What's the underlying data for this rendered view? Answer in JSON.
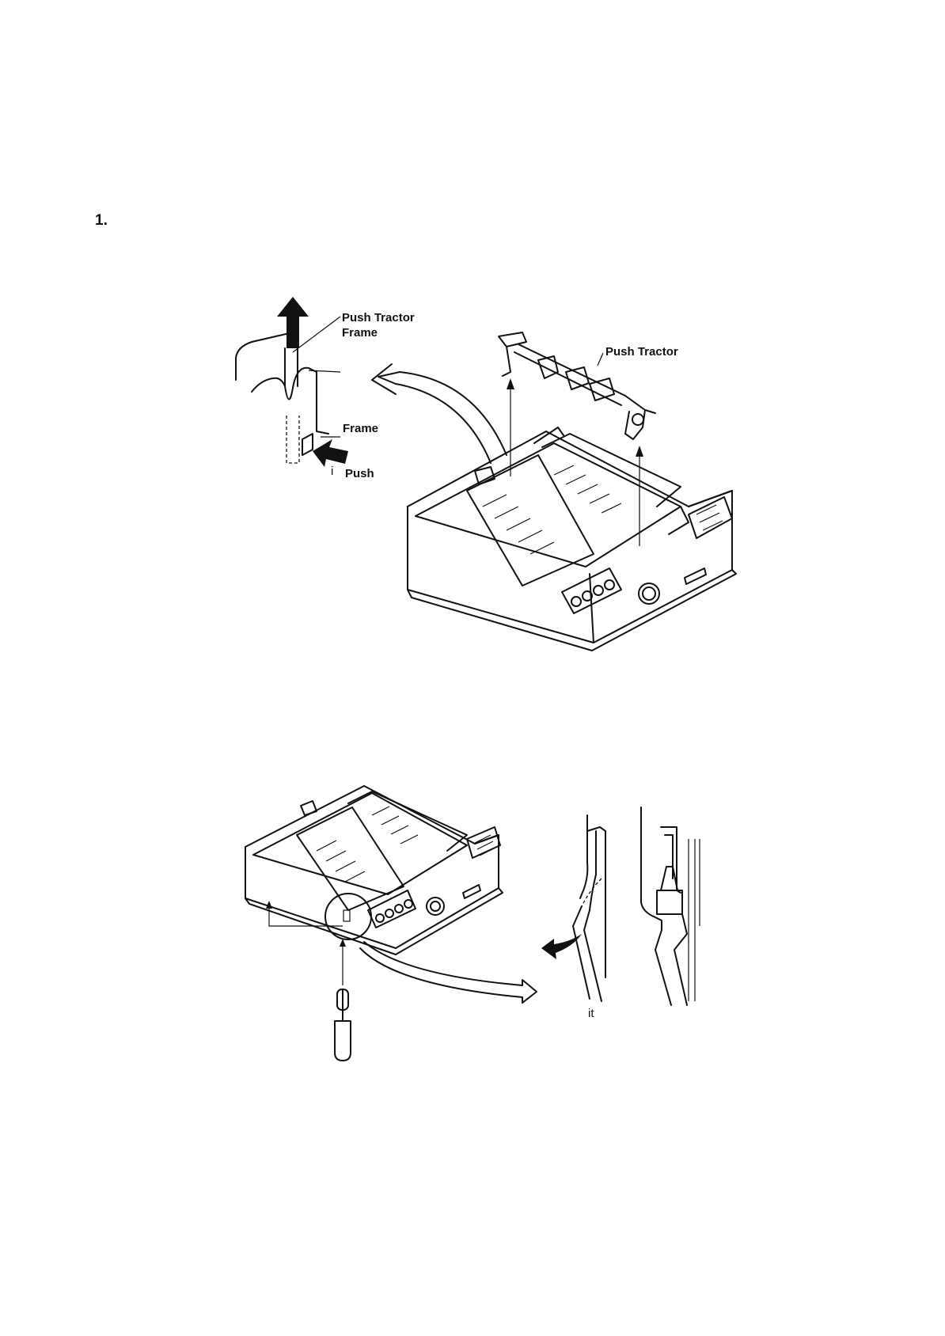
{
  "step": {
    "number": "1."
  },
  "figure1": {
    "labels": {
      "push_tractor_frame_line1": "Push Tractor",
      "push_tractor_frame_line2": "Frame",
      "frame": "Frame",
      "push": "Push",
      "push_tractor": "Push Tractor",
      "stray_mark": "i"
    }
  },
  "figure2": {
    "labels": {
      "detail_mark": "it"
    }
  }
}
